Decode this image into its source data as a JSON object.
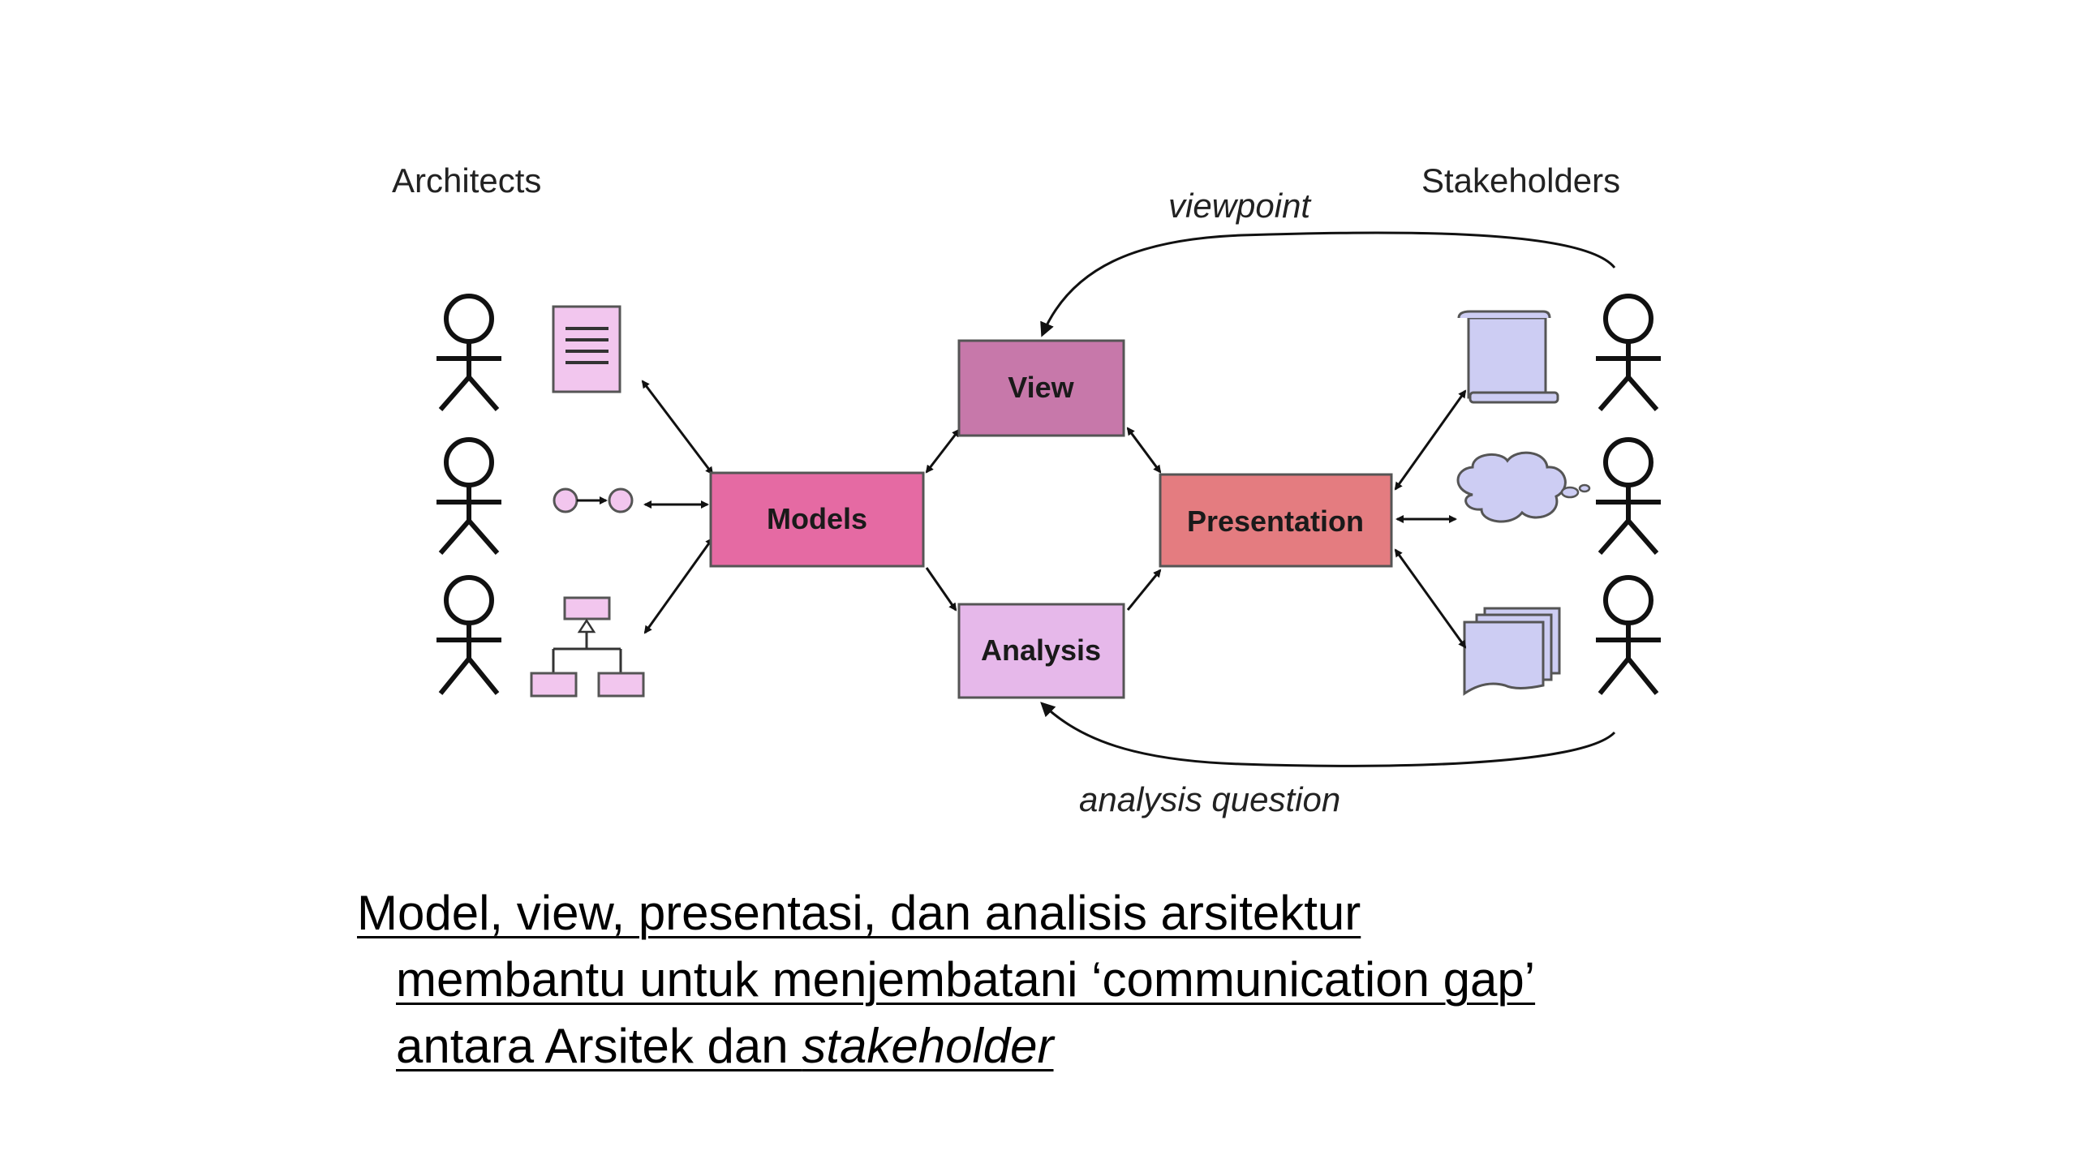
{
  "diagram": {
    "labels": {
      "architects": "Architects",
      "stakeholders": "Stakeholders",
      "viewpoint": "viewpoint",
      "analysis_question": "analysis question"
    },
    "boxes": {
      "models": {
        "label": "Models",
        "color": "#e56aa3"
      },
      "view": {
        "label": "View",
        "color": "#c778aa"
      },
      "presentation": {
        "label": "Presentation",
        "color": "#e47c80"
      },
      "analysis": {
        "label": "Analysis",
        "color": "#e6b8ea"
      }
    },
    "icons": {
      "architect_artifacts": [
        "document-icon",
        "graph-nodes-icon",
        "class-hierarchy-icon"
      ],
      "stakeholder_artifacts": [
        "scroll-icon",
        "thought-cloud-icon",
        "stacked-pages-icon"
      ],
      "actor": "stick-figure-icon"
    },
    "colors": {
      "artifact_pink": "#f2c6ee",
      "artifact_lavender": "#cdcdf3",
      "line": "#111111"
    }
  },
  "caption": {
    "line1": "Model, view, presentasi, dan analisis arsitektur",
    "line2": "membantu untuk menjembatani ‘communication gap’",
    "line3_prefix": "antara Arsitek dan ",
    "line3_italic": "stakeholder"
  }
}
